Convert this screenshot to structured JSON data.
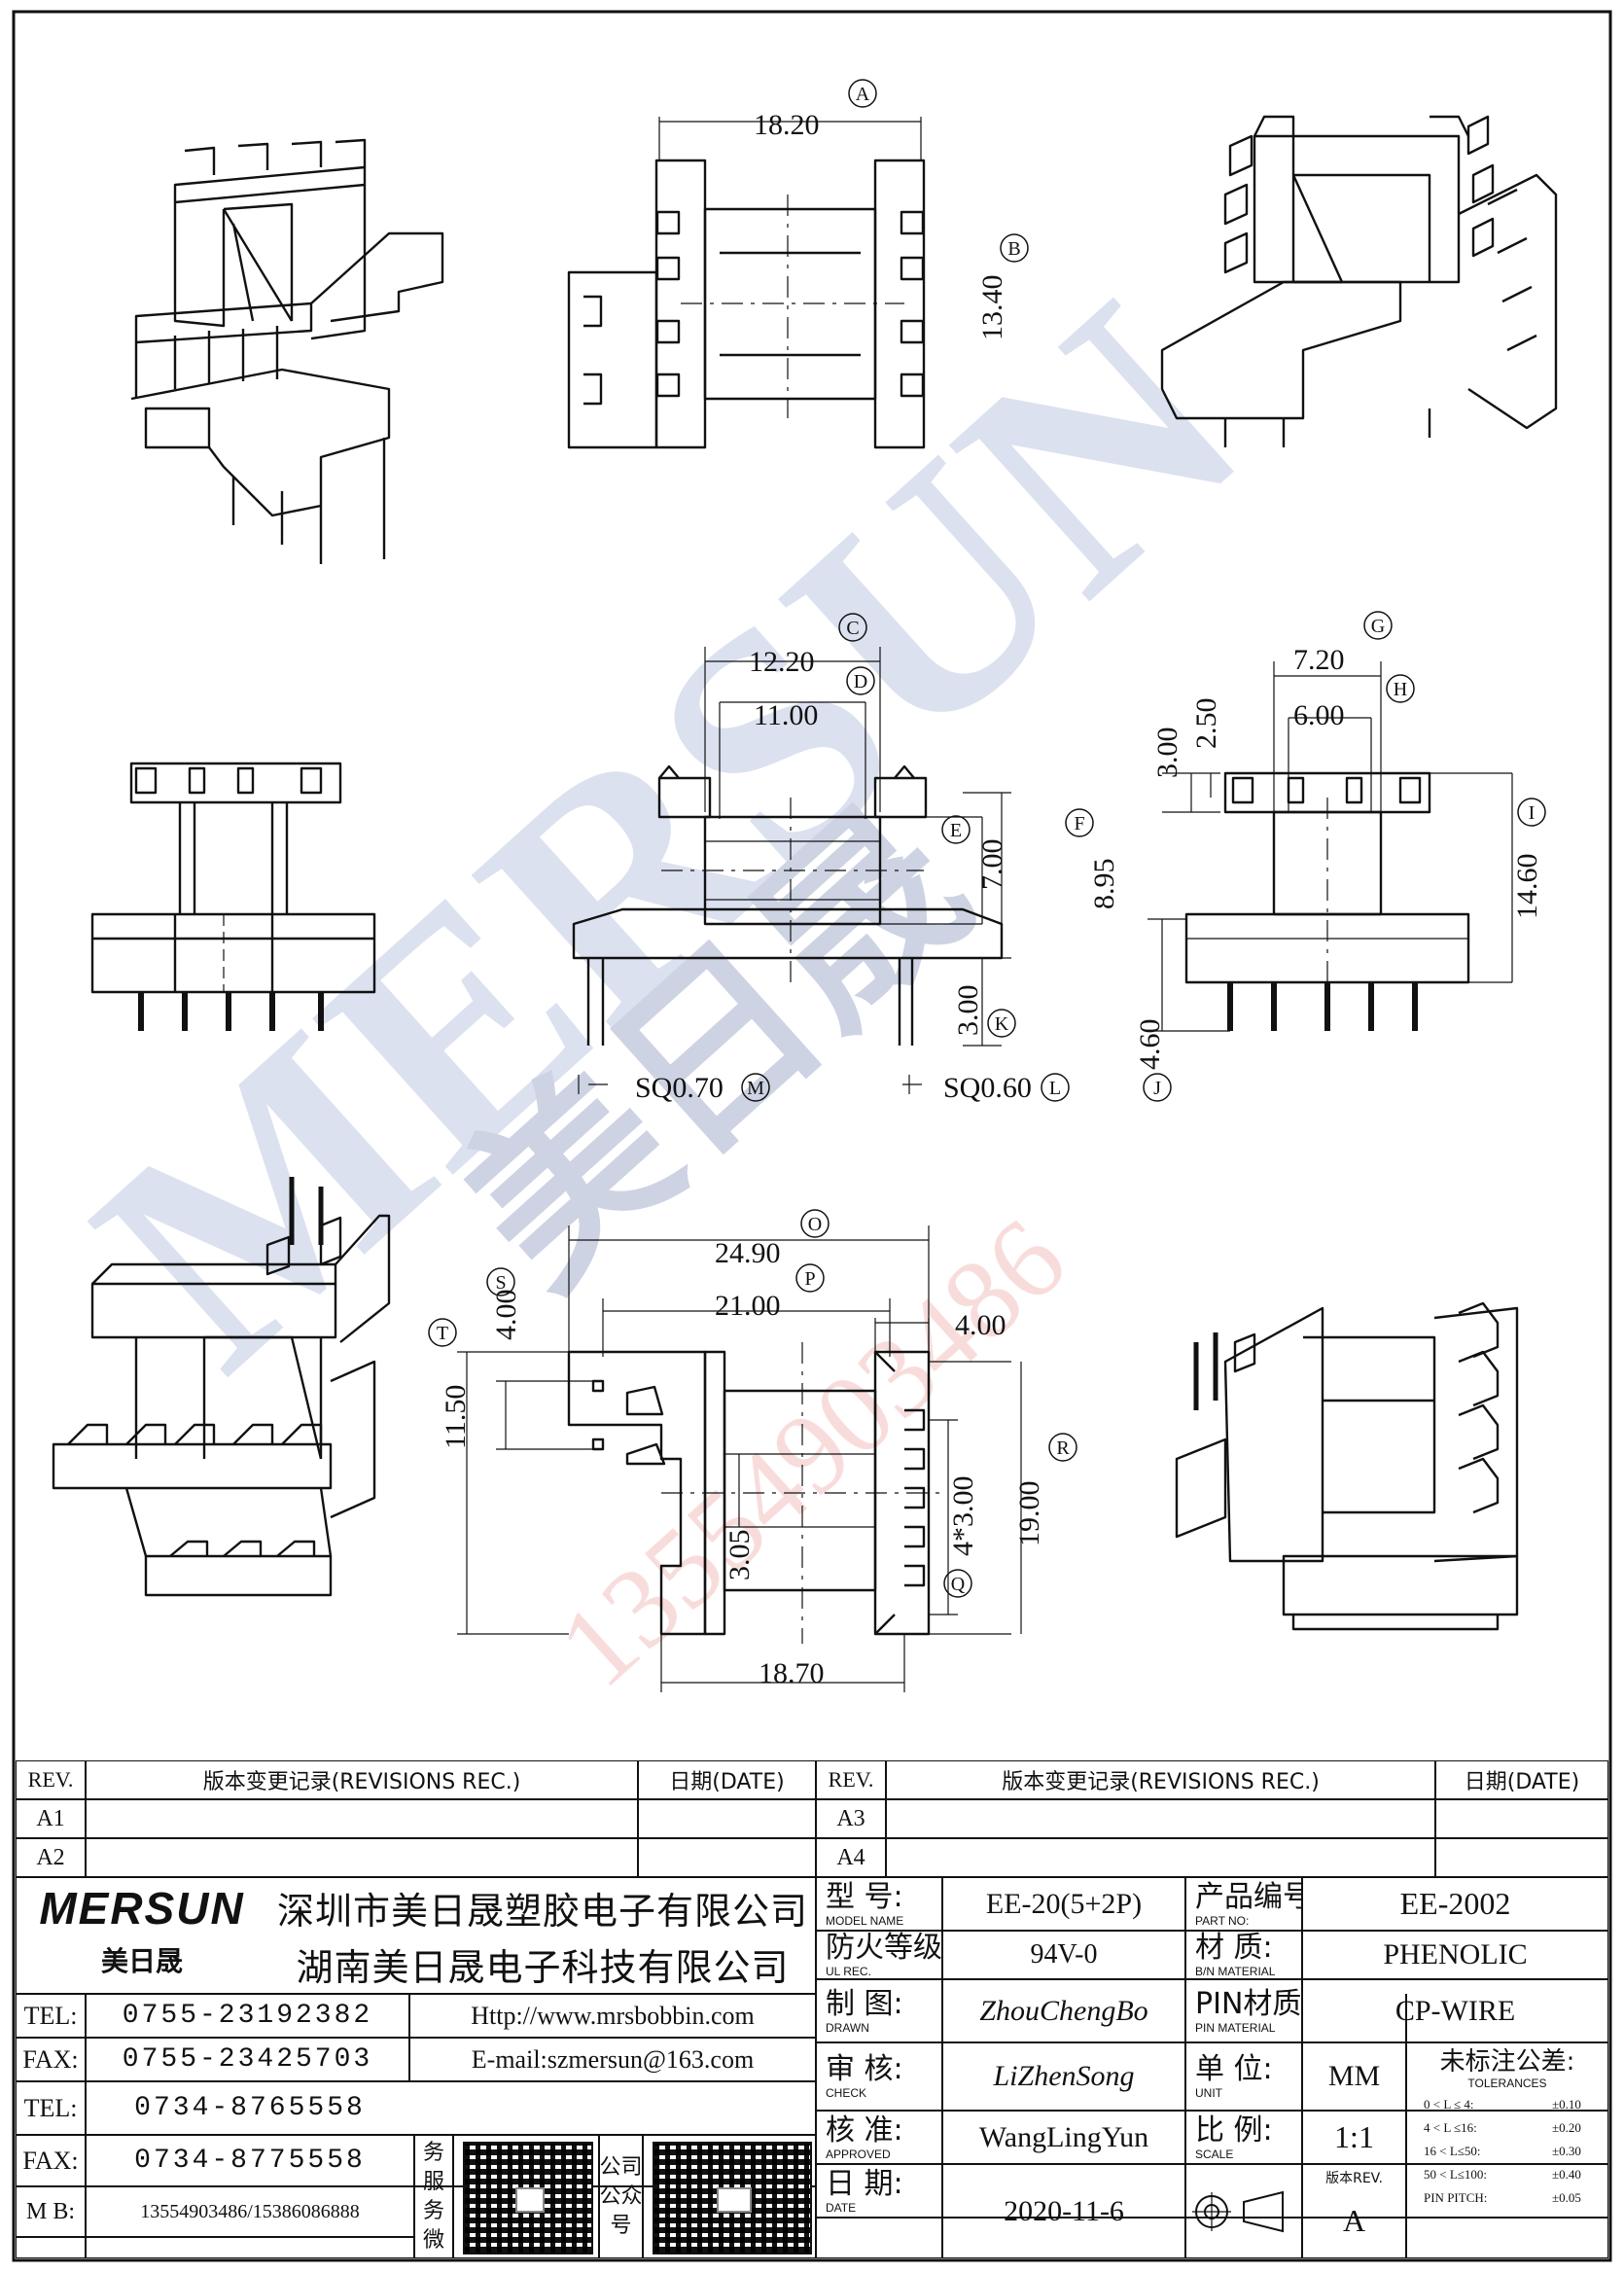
{
  "watermark": {
    "brand": "MERSUN",
    "brand_cn": "美日晟",
    "phone": "13554903486"
  },
  "dimensions": {
    "top": {
      "A": "18.20",
      "B": "13.40",
      "A_tag": "A",
      "B_tag": "B"
    },
    "middle_front": {
      "C": "12.20",
      "D": "11.00",
      "E": "7.00",
      "F": "8.95",
      "K": "3.00",
      "M": "SQ0.70",
      "L": "SQ0.60",
      "C_tag": "C",
      "D_tag": "D",
      "E_tag": "E",
      "F_tag": "F",
      "K_tag": "K",
      "M_tag": "M",
      "L_tag": "L"
    },
    "middle_side": {
      "G": "7.20",
      "H": "6.00",
      "v1": "3.00",
      "v2": "2.50",
      "I": "14.60",
      "J": "4.60",
      "G_tag": "G",
      "H_tag": "H",
      "I_tag": "I",
      "J_tag": "J"
    },
    "bottom": {
      "O": "24.90",
      "P": "21.00",
      "S": "4.00",
      "T": "11.50",
      "pitch": "4.00",
      "Q": "4*3.00",
      "R": "19.00",
      "w": "18.70",
      "h": "3.05",
      "O_tag": "O",
      "P_tag": "P",
      "S_tag": "S",
      "T_tag": "T",
      "Q_tag": "Q",
      "R_tag": "R"
    }
  },
  "revisions": {
    "left": {
      "rev_header": "REV.",
      "rec_header": "版本变更记录(REVISIONS REC.)",
      "date_header": "日期(DATE)",
      "rows": [
        "A1",
        "A2"
      ]
    },
    "right": {
      "rev_header": "REV.",
      "rec_header": "版本变更记录(REVISIONS REC.)",
      "date_header": "日期(DATE)",
      "rows": [
        "A3",
        "A4"
      ]
    }
  },
  "company": {
    "logo": "MERSUN",
    "logo_cn": "美日晟",
    "name1": "深圳市美日晟塑胶电子有限公司",
    "name2": "湖南美日晟电子科技有限公司",
    "contacts": [
      {
        "label": "TEL:",
        "value": "0755-23192382"
      },
      {
        "label": "FAX:",
        "value": "0755-23425703"
      },
      {
        "label": "TEL:",
        "value": "0734-8765558"
      },
      {
        "label": "FAX:",
        "value": "0734-8775558"
      },
      {
        "label": "M B:",
        "value": "13554903486/15386086888"
      }
    ],
    "web": "Http://www.mrsbobbin.com",
    "email": "E-mail:szmersun@163.com",
    "qr1_label": "业务服务微信",
    "qr2_label": "公司公众号"
  },
  "spec": {
    "model": {
      "cn": "型 号:",
      "en": "MODEL NAME",
      "value": "EE-20(5+2P)"
    },
    "fire": {
      "cn": "防火等级:",
      "en": "UL REC.",
      "value": "94V-0"
    },
    "drawn": {
      "cn": "制 图:",
      "en": "DRAWN",
      "value": "ZhouChengBo"
    },
    "check": {
      "cn": "审 核:",
      "en": "CHECK",
      "value": "LiZhenSong"
    },
    "approved": {
      "cn": "核 准:",
      "en": "APPROVED",
      "value": "WangLingYun"
    },
    "date": {
      "cn": "日 期:",
      "en": "DATE",
      "value": "2020-11-6"
    },
    "part_no": {
      "cn": "产品编号:",
      "en": "PART NO:",
      "value": "EE-2002"
    },
    "material": {
      "cn": "材 质:",
      "en": "B/N MATERIAL",
      "value": "PHENOLIC"
    },
    "pin_material": {
      "cn": "PIN材质:",
      "en": "PIN MATERIAL",
      "value": "CP-WIRE"
    },
    "unit": {
      "cn": "单 位:",
      "en": "UNIT",
      "value": "MM"
    },
    "scale": {
      "cn": "比 例:",
      "en": "SCALE",
      "value": "1:1"
    },
    "version": {
      "cn": "版本REV.",
      "value": "A"
    },
    "tolerances": {
      "title_cn": "未标注公差:",
      "title_en": "TOLERANCES",
      "rows": [
        {
          "range": "0 < L ≤ 4:",
          "tol": "±0.10"
        },
        {
          "range": "4 < L ≤16:",
          "tol": "±0.20"
        },
        {
          "range": "16 < L≤50:",
          "tol": "±0.30"
        },
        {
          "range": "50 < L≤100:",
          "tol": "±0.40"
        },
        {
          "range": "PIN PITCH:",
          "tol": "±0.05"
        }
      ]
    }
  }
}
